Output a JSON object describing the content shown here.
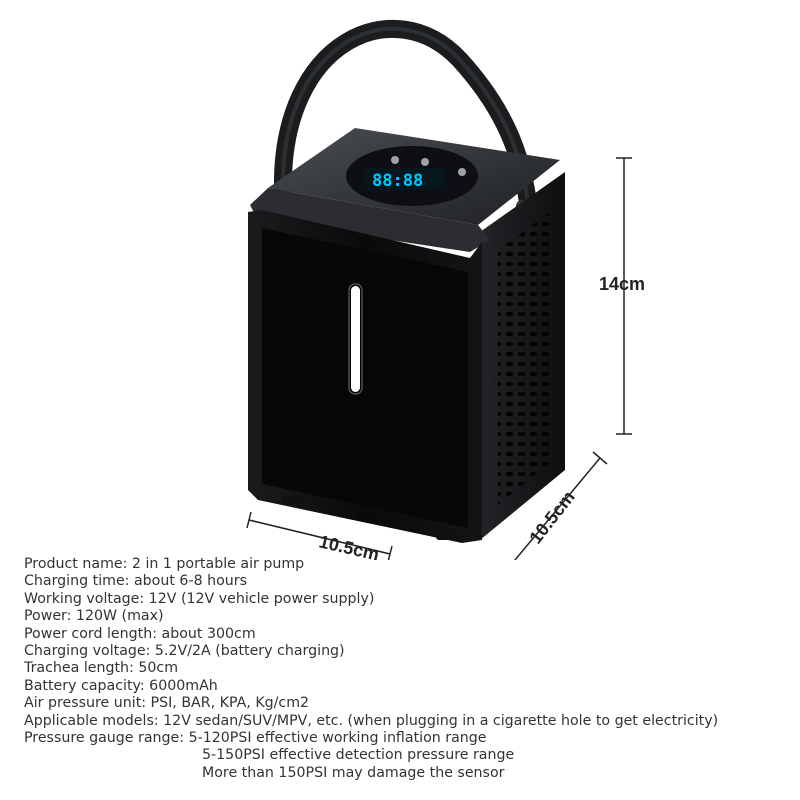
{
  "dimensions": {
    "height": "14cm",
    "width": "10.5cm",
    "depth": "10.5cm"
  },
  "specs": [
    "Product name: 2 in 1 portable air pump",
    "Charging time: about 6-8 hours",
    "Working voltage: 12V (12V vehicle power supply)",
    "Power: 120W (max)",
    "Power cord length: about 300cm",
    "Charging voltage: 5.2V/2A (battery charging)",
    "Trachea length: 50cm",
    "Battery capacity: 6000mAh",
    "Air pressure unit: PSI, BAR, KPA, Kg/cm2",
    "Applicable models: 12V sedan/SUV/MPV, etc. (when plugging in a cigarette hole to get electricity)",
    "Pressure gauge range:  5-120PSI effective working inflation range"
  ],
  "specs_continued": [
    "5-150PSI effective detection pressure range",
    "More than 150PSI may damage the sensor"
  ],
  "colors": {
    "body": "#0b0b0c",
    "top_panel": "#2a2c30",
    "display": "#00c8ff",
    "light_strip": "#ffffff",
    "text": "#333333"
  }
}
